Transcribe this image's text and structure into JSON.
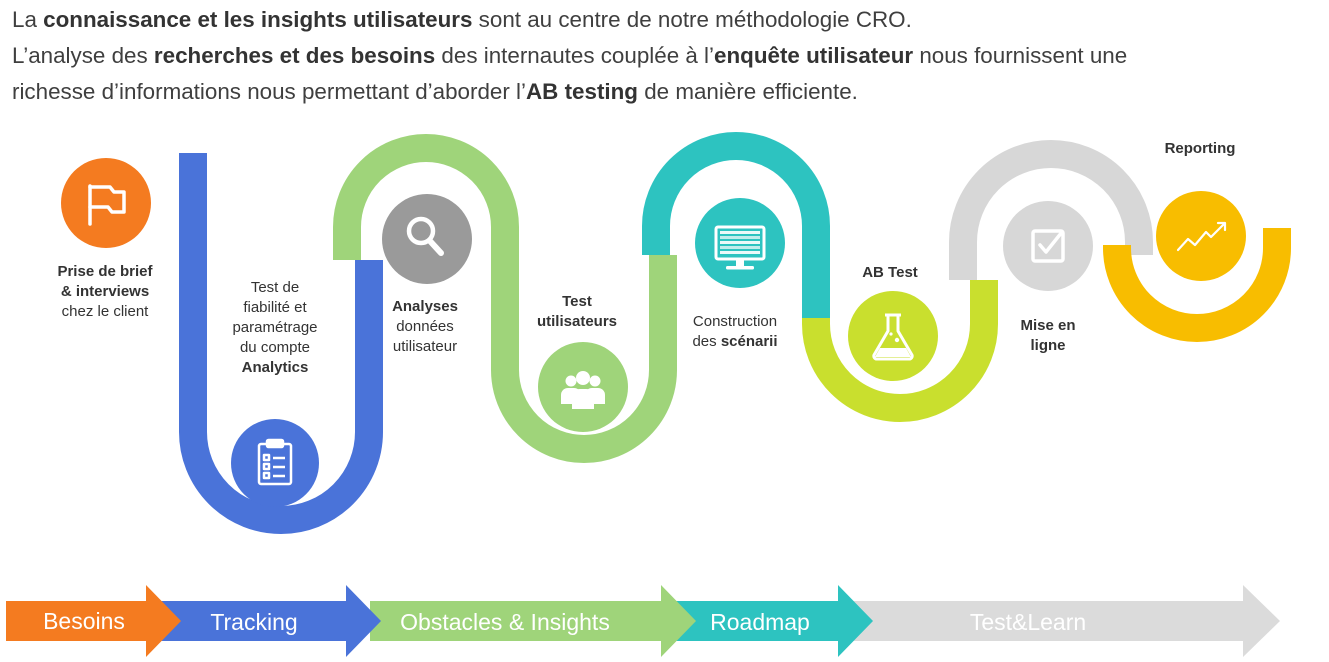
{
  "intro": {
    "line1": [
      {
        "text": "La ",
        "bold": false
      },
      {
        "text": "connaissance et les insights utilisateurs",
        "bold": true
      },
      {
        "text": " sont au centre de notre méthodologie CRO.",
        "bold": false
      }
    ],
    "line2": [
      {
        "text": "L’analyse des ",
        "bold": false
      },
      {
        "text": "recherches et des besoins",
        "bold": true
      },
      {
        "text": " des internautes couplée à l’",
        "bold": false
      },
      {
        "text": "enquête utilisateur",
        "bold": true
      },
      {
        "text": " nous fournissent une",
        "bold": false
      }
    ],
    "line3": [
      {
        "text": "richesse d’informations nous permettant d’aborder l’",
        "bold": false
      },
      {
        "text": "AB testing",
        "bold": true
      },
      {
        "text": " de manière efficiente.",
        "bold": false
      }
    ]
  },
  "colors": {
    "orange": "#f47b20",
    "blue": "#4a73d9",
    "green": "#9fd47a",
    "teal": "#2dc3c0",
    "lime": "#c9df2e",
    "gray": "#d7d7d7",
    "yellow": "#f8bd00"
  },
  "steps": [
    {
      "id": "brief",
      "icon": "flag-icon",
      "color": "#f47b20",
      "label": [
        {
          "text": "Prise de brief",
          "bold": true
        },
        {
          "text": "& interviews",
          "bold": true
        },
        {
          "text": "chez le client",
          "bold": false
        }
      ]
    },
    {
      "id": "tracking",
      "icon": "clipboard-checklist-icon",
      "color": "#4a73d9",
      "label": [
        {
          "text": "Test de",
          "bold": false
        },
        {
          "text": "fiabilité et",
          "bold": false
        },
        {
          "text": "paramétrage",
          "bold": false
        },
        {
          "text": "du compte",
          "bold": false
        },
        {
          "text": "Analytics",
          "bold": true
        }
      ]
    },
    {
      "id": "analyses",
      "icon": "magnifier-icon",
      "color": "#9a9a9a",
      "label": [
        {
          "text": "Analyses",
          "bold": true
        },
        {
          "text": "données",
          "bold": false
        },
        {
          "text": "utilisateur",
          "bold": false
        }
      ]
    },
    {
      "id": "test-users",
      "icon": "users-group-icon",
      "color": "#9fd47a",
      "label": [
        {
          "text": "Test",
          "bold": true
        },
        {
          "text": "utilisateurs",
          "bold": true
        }
      ]
    },
    {
      "id": "scenarios",
      "icon": "monitor-icon",
      "color": "#2dc3c0",
      "label": [
        {
          "text": "Construction",
          "bold": false
        },
        {
          "text": "des |scénarii",
          "bold": false
        }
      ]
    },
    {
      "id": "abtest",
      "icon": "flask-icon",
      "color": "#c9df2e",
      "label": [
        {
          "text": "AB Test",
          "bold": true
        }
      ]
    },
    {
      "id": "launch",
      "icon": "checkbox-icon",
      "color": "#d7d7d7",
      "label": [
        {
          "text": "Mise en",
          "bold": true
        },
        {
          "text": "ligne",
          "bold": true
        }
      ]
    },
    {
      "id": "reporting",
      "icon": "trend-line-icon",
      "color": "#f8bd00",
      "label": [
        {
          "text": "Reporting",
          "bold": true
        }
      ]
    }
  ],
  "phases": [
    {
      "label": "Besoins",
      "color": "#f47b20"
    },
    {
      "label": "Tracking",
      "color": "#4a73d9"
    },
    {
      "label": "Obstacles & Insights",
      "color": "#9fd47a"
    },
    {
      "label": "Roadmap",
      "color": "#2dc3c0"
    },
    {
      "label": "Test&Learn",
      "color": "#d7d7d7"
    }
  ]
}
